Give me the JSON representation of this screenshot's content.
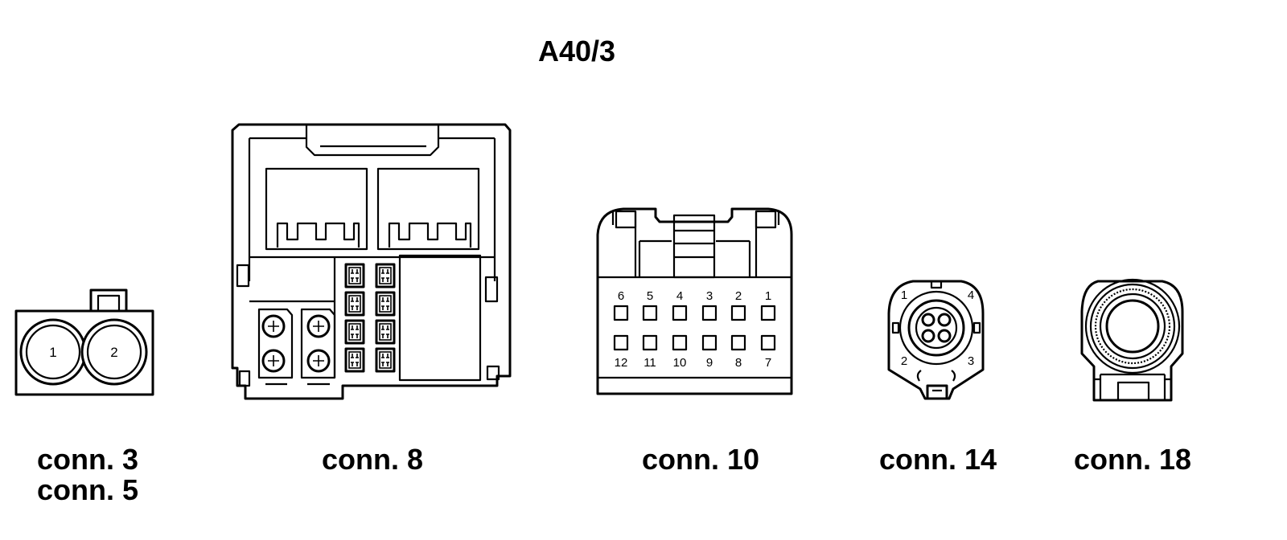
{
  "title": "A40/3",
  "connectors": [
    {
      "id": "c3",
      "captions": [
        "conn. 3",
        "conn. 5"
      ],
      "pins": [
        "1",
        "2"
      ]
    },
    {
      "id": "c8",
      "captions": [
        "conn. 8"
      ]
    },
    {
      "id": "c10",
      "captions": [
        "conn. 10"
      ],
      "pins_top": [
        "6",
        "5",
        "4",
        "3",
        "2",
        "1"
      ],
      "pins_bottom": [
        "12",
        "11",
        "10",
        "9",
        "8",
        "7"
      ]
    },
    {
      "id": "c14",
      "captions": [
        "conn. 14"
      ],
      "pins": [
        "1",
        "4",
        "2",
        "3"
      ]
    },
    {
      "id": "c18",
      "captions": [
        "conn. 18"
      ]
    }
  ]
}
